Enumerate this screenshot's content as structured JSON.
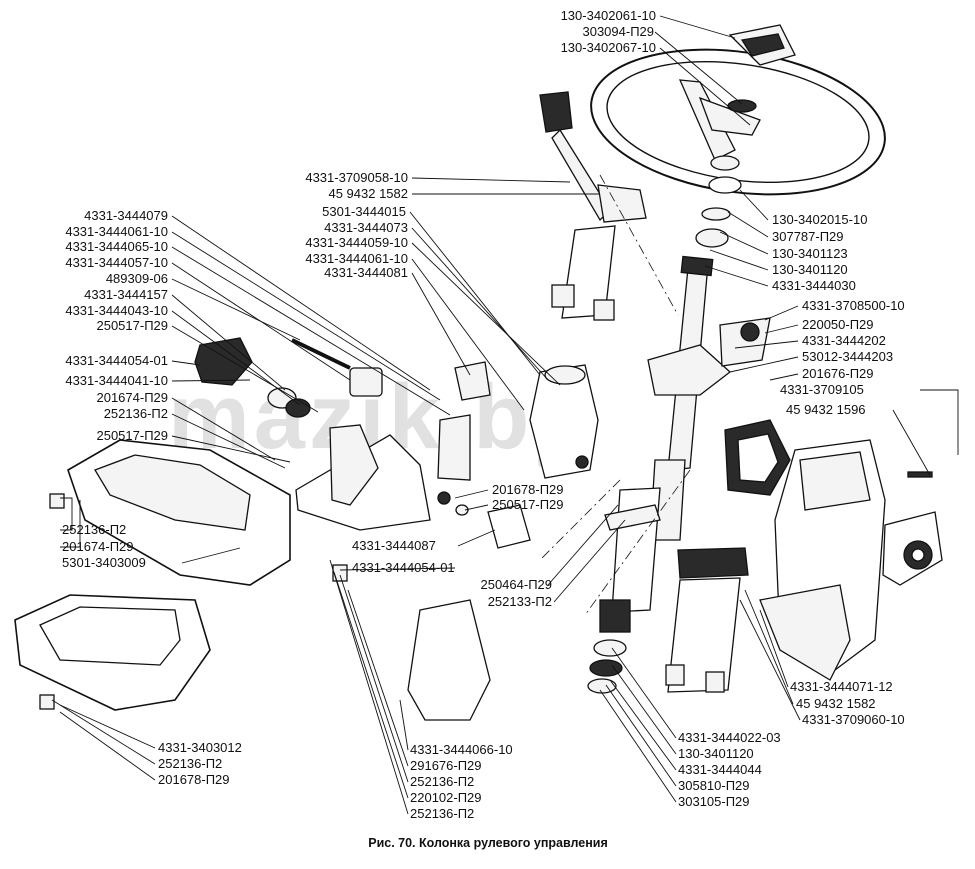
{
  "watermark": "mazik.by",
  "caption": "Рис. 70. Колонка рулевого управления",
  "labels": [
    "130-3402061-10",
    "303094-П29",
    "130-3402067-10",
    "4331-3709058-10",
    "45 9432 1582",
    "5301-3444015",
    "4331-3444073",
    "4331-3444059-10",
    "4331-3444061-10",
    "4331-3444081",
    "4331-3444079",
    "4331-3444061-10",
    "4331-3444065-10",
    "4331-3444057-10",
    "489309-06",
    "4331-3444157",
    "4331-3444043-10",
    "250517-П29",
    "4331-3444054-01",
    "4331-3444041-10",
    "201674-П29",
    "252136-П2",
    "250517-П29",
    "130-3402015-10",
    "307787-П29",
    "130-3401123",
    "130-3401120",
    "4331-3444030",
    "4331-3708500-10",
    "220050-П29",
    "4331-3444202",
    "53012-3444203",
    "201676-П29",
    "4331-3709105",
    "45 9432 1596",
    "201678-П29",
    "250517-П29",
    "4331-3444087",
    "4331-3444054-01",
    "250464-П29",
    "252133-П2",
    "252136-П2",
    "201674-П29",
    "5301-3403009",
    "4331-3444071-12",
    "45 9432 1582",
    "4331-3709060-10",
    "4331-3444022-03",
    "130-3401120",
    "4331-3444044",
    "305810-П29",
    "303105-П29",
    "4331-3403012",
    "252136-П2",
    "201678-П29",
    "4331-3444066-10",
    "291676-П29",
    "252136-П2",
    "220102-П29",
    "252136-П2"
  ]
}
